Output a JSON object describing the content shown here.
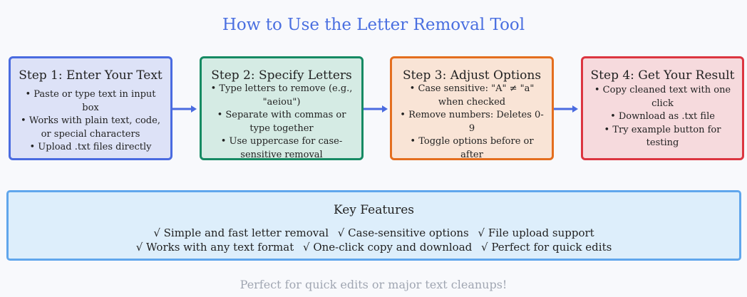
{
  "title": "How to Use the Letter Removal Tool",
  "steps": [
    {
      "heading": "Step 1: Enter Your Text",
      "color": "#4a6be0",
      "bullets": [
        "• Paste or type text in input box",
        "• Works with plain text, code, or special characters",
        "• Upload .txt files directly"
      ]
    },
    {
      "heading": "Step 2: Specify Letters",
      "color": "#168a63",
      "bullets": [
        "• Type letters to remove (e.g., \"aeiou\")",
        "• Separate with commas or type together",
        "• Use uppercase for case-sensitive removal"
      ]
    },
    {
      "heading": "Step 3: Adjust Options",
      "color": "#e46e1e",
      "bullets": [
        "• Case sensitive: \"A\" ≠ \"a\" when checked",
        "• Remove numbers: Deletes 0-9",
        "• Toggle options before or after"
      ]
    },
    {
      "heading": "Step 4: Get Your Result",
      "color": "#dc3540",
      "bullets": [
        "• Copy cleaned text with one click",
        "• Download as .txt file",
        "• Try example button for testing"
      ]
    }
  ],
  "arrows": [
    "arrow-right",
    "arrow-right",
    "arrow-right"
  ],
  "features": {
    "heading": "Key Features",
    "row1": [
      "√ Simple and fast letter removal",
      "√ Case-sensitive options",
      "√ File upload support"
    ],
    "row2": [
      "√ Works with any text format",
      "√ One-click copy and download",
      "√ Perfect for quick edits"
    ]
  },
  "footer": "Perfect for quick edits or major text cleanups!"
}
